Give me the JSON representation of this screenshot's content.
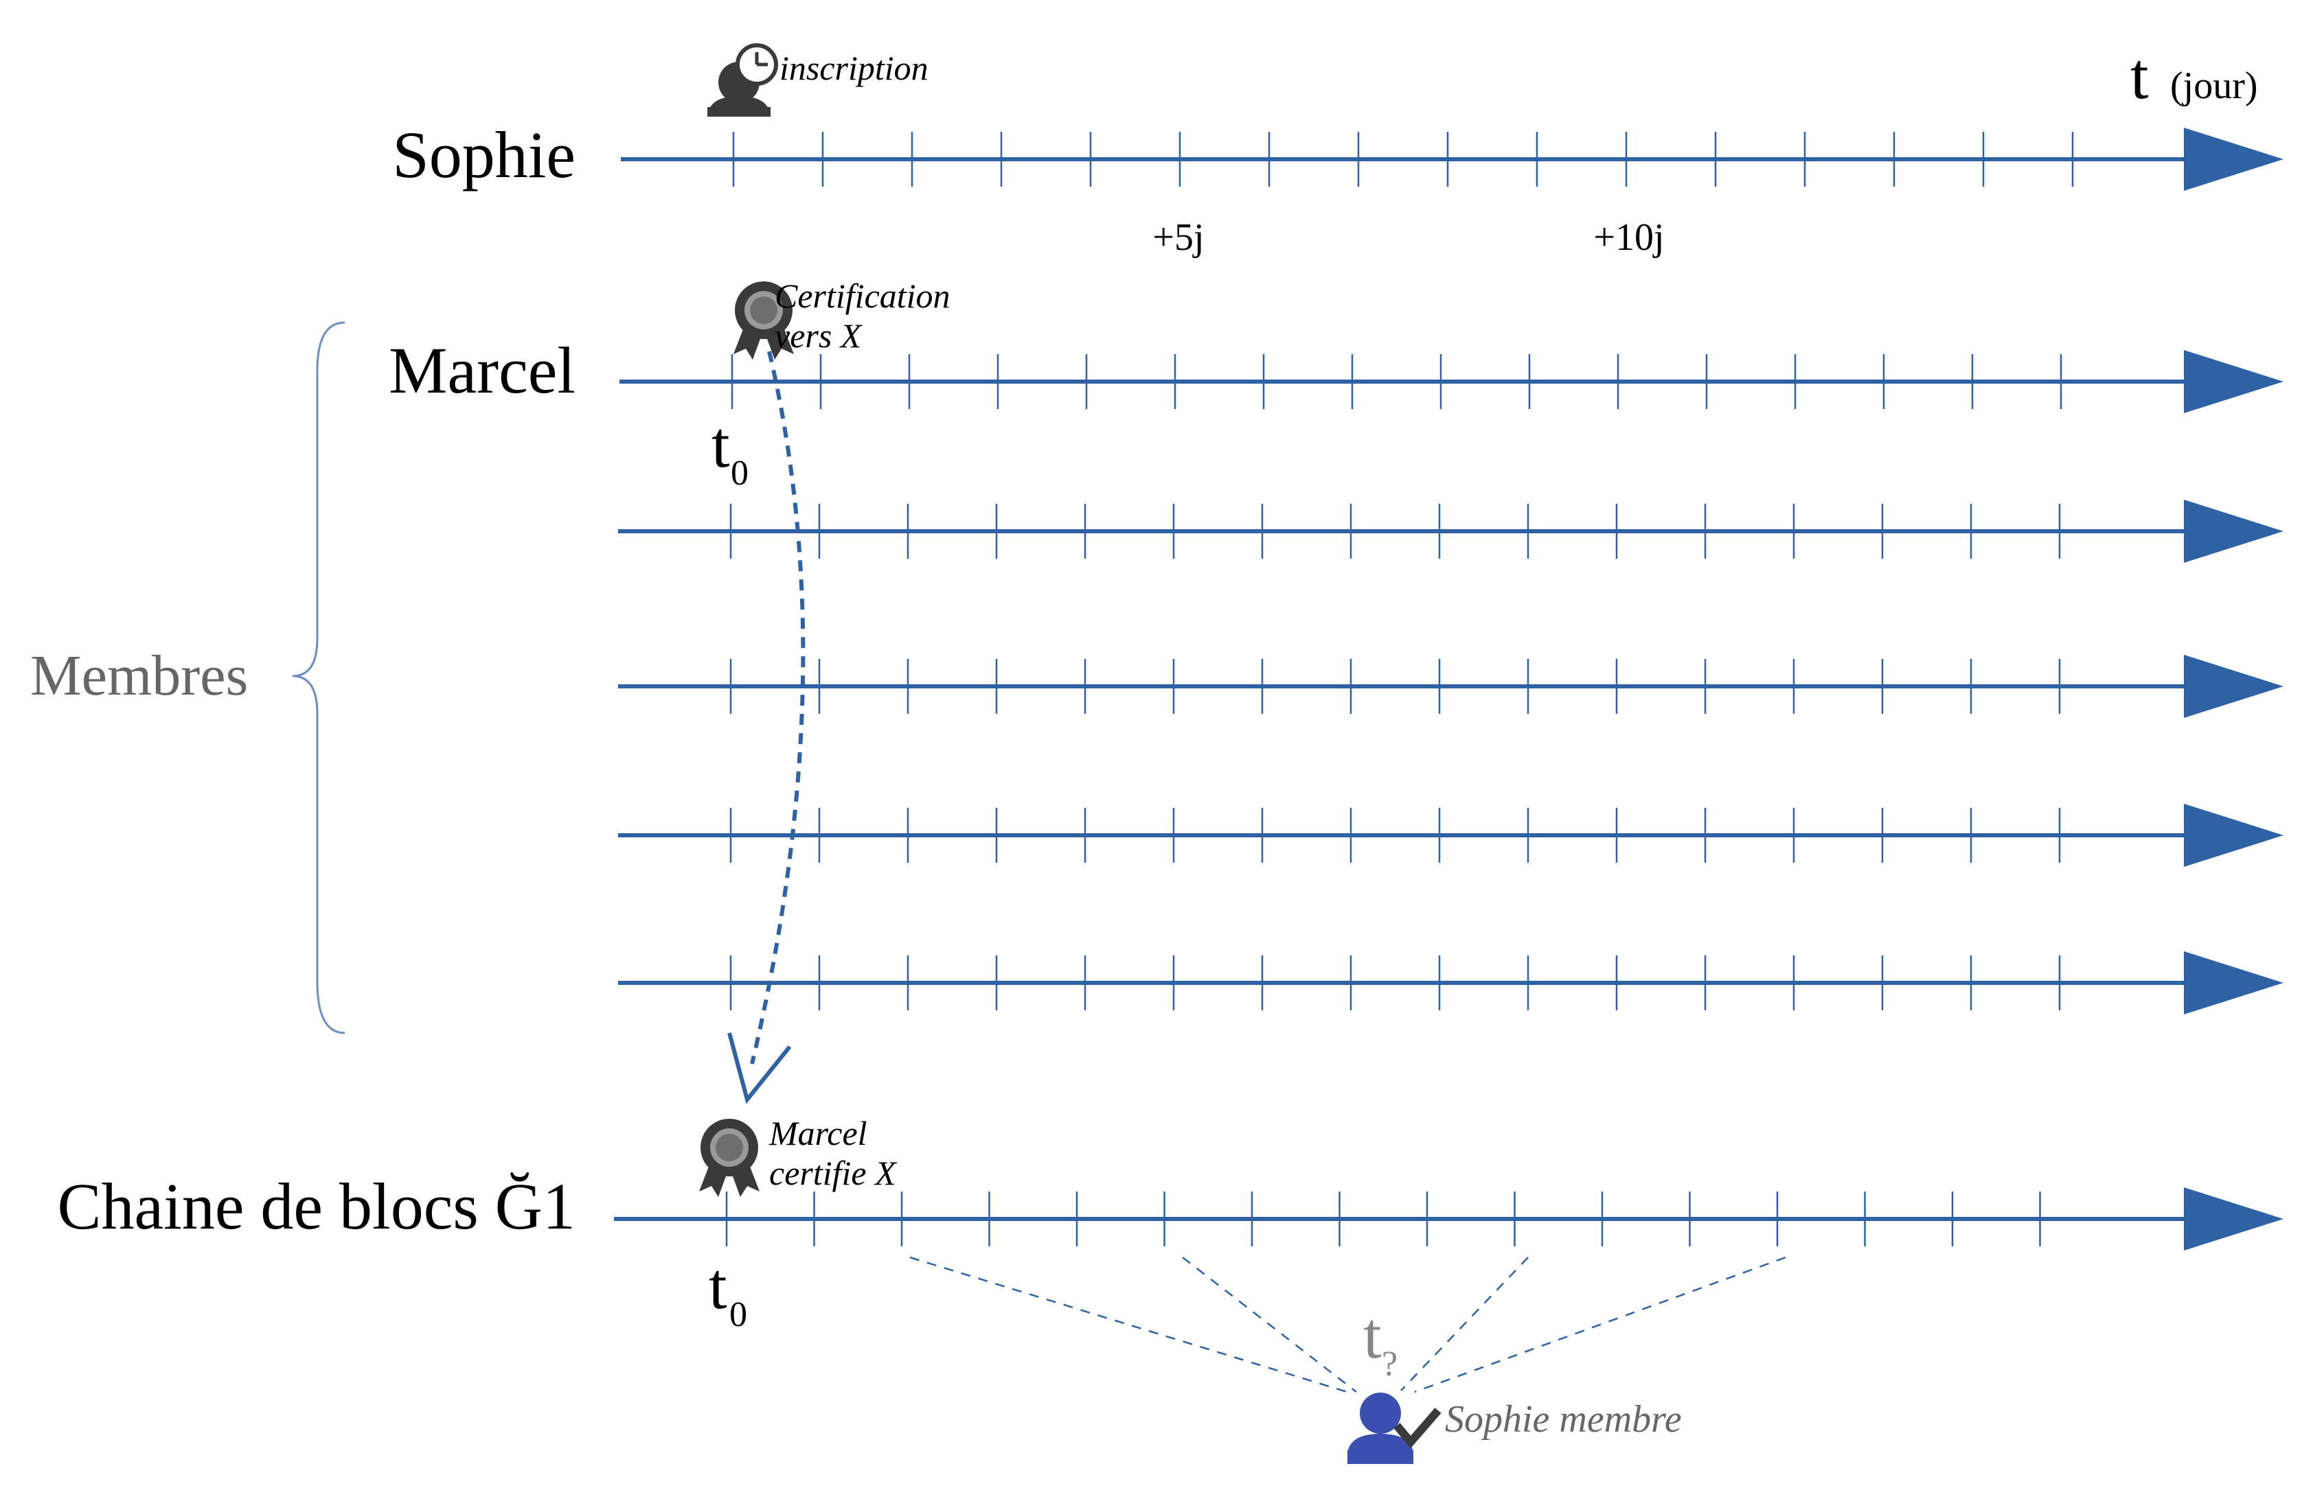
{
  "colors": {
    "axis": "#2e62a5",
    "icon_dark": "#3a3a3a",
    "member_icon": "#3a4fb0",
    "brace": "#6e8fc2",
    "muted_text": "#666666"
  },
  "header": {
    "time_label": "t",
    "time_unit": "(jour)"
  },
  "timelines": {
    "sophie": {
      "name": "Sophie",
      "event_label": "inscription",
      "event_icon": "user-clock-icon",
      "tick_labels": [
        "+5j",
        "+10j"
      ]
    },
    "marcel": {
      "name": "Marcel",
      "event_label_line1": "Certification",
      "event_label_line2": "vers X",
      "event_icon": "award-medal-icon",
      "t0_label": "t",
      "t0_subscript": "0"
    },
    "members_group": {
      "label": "Membres",
      "count": 5
    },
    "blockchain": {
      "name": "Chaine de blocs Ğ1",
      "event_label_line1": "Marcel",
      "event_label_line2": "certifie X",
      "event_icon": "award-medal-icon",
      "t0_label": "t",
      "t0_subscript": "0"
    }
  },
  "outcome": {
    "time_label": "t",
    "time_subscript": "?",
    "label": "Sophie membre",
    "icon": "user-check-icon"
  }
}
